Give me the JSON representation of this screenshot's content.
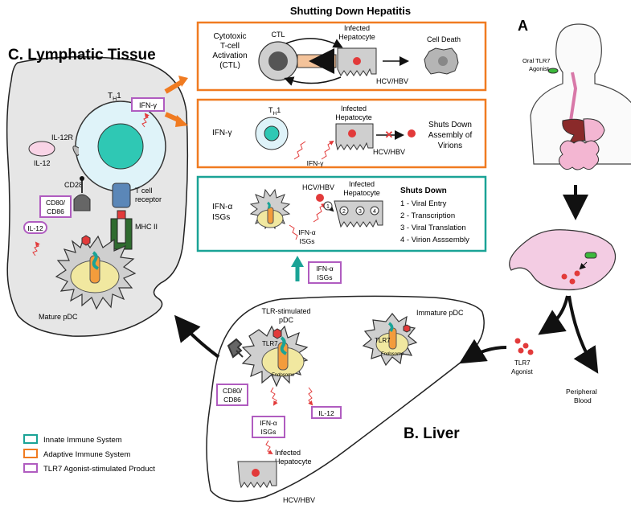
{
  "title": "Shutting Down Hepatitis",
  "panel_a_label": "A",
  "panel_b_label": "B. Liver",
  "panel_c_label": "C. Lymphatic Tissue",
  "boxes": {
    "ctl": {
      "label_lines": [
        "Cytotoxic",
        "T-cell",
        "Activation",
        "(CTL)"
      ],
      "ctl": "CTL",
      "infected_lines": [
        "Infected",
        "Hepatocyte"
      ],
      "cell_death": "Cell Death",
      "virus": "HCV/HBV"
    },
    "ifng": {
      "label": "IFN-γ",
      "th1": "T",
      "th1_sub": "H",
      "th1_num": "1",
      "infected_lines": [
        "Infected",
        "Hepatocyte"
      ],
      "ifn_small": "IFN-γ",
      "virus": "HCV/HBV",
      "result_lines": [
        "Shuts Down",
        "Assembly of",
        "Virions"
      ]
    },
    "ifna": {
      "label_lines": [
        "IFN-α",
        "ISGs"
      ],
      "virus": "HCV/HBV",
      "infected_lines": [
        "Infected",
        "Hepatocyte"
      ],
      "ifn_small_lines": [
        "IFN-α",
        "ISGs"
      ],
      "shuts_down": "Shuts Down",
      "steps": [
        "1 - Viral Entry",
        "2 - Transcription",
        "3 - Viral Translation",
        "4 - Virion Asssembly"
      ],
      "step_numbers": [
        "1",
        "2",
        "3",
        "4"
      ]
    }
  },
  "lymph": {
    "th1": "T",
    "th1_sub": "H",
    "th1_num": "1",
    "ifng_box": "IFN-γ",
    "il12r": "IL-12R",
    "il12": "IL-12",
    "cd28": "CD28",
    "cd80_lines": [
      "CD80/",
      "CD86"
    ],
    "tcr_lines": [
      "T cell",
      "receptor"
    ],
    "mhc": "MHC II",
    "il12_box": "IL-12",
    "mature_pdc": "Mature pDC"
  },
  "between": {
    "ifna_box_lines": [
      "IFN-α",
      "ISGs"
    ]
  },
  "liver": {
    "tlr_pdc_lines": [
      "TLR-stimulated",
      "pDC"
    ],
    "tlr7": "TLR7",
    "endosome": "Endosome",
    "immature_pdc": "Immature pDC",
    "tlr7_b": "TLR7",
    "cd80_lines": [
      "CD80/",
      "CD86"
    ],
    "il12_box": "IL-12",
    "ifna_box_lines": [
      "IFN-α",
      "ISGs"
    ],
    "infected_lines": [
      "Infected",
      "Hepatocyte"
    ],
    "virus": "HCV/HBV"
  },
  "body": {
    "oral_lines": [
      "Oral TLR7",
      "Agonist"
    ],
    "tlr7_agonist_lines": [
      "TLR7",
      "Agonist"
    ],
    "peripheral_lines": [
      "Peripheral",
      "Blood"
    ]
  },
  "legend": [
    {
      "label": "Innate Immune System",
      "color": "#1aa396"
    },
    {
      "label": "Adaptive Immune System",
      "color": "#f07b21"
    },
    {
      "label": "TLR7 Agonist-stimulated Product",
      "color": "#b05cc0"
    }
  ],
  "colors": {
    "orange": "#f07b21",
    "teal": "#1aa396",
    "purple": "#b05cc0",
    "virus_red": "#e23a3a",
    "cell_gray": "#d9d9d9"
  }
}
